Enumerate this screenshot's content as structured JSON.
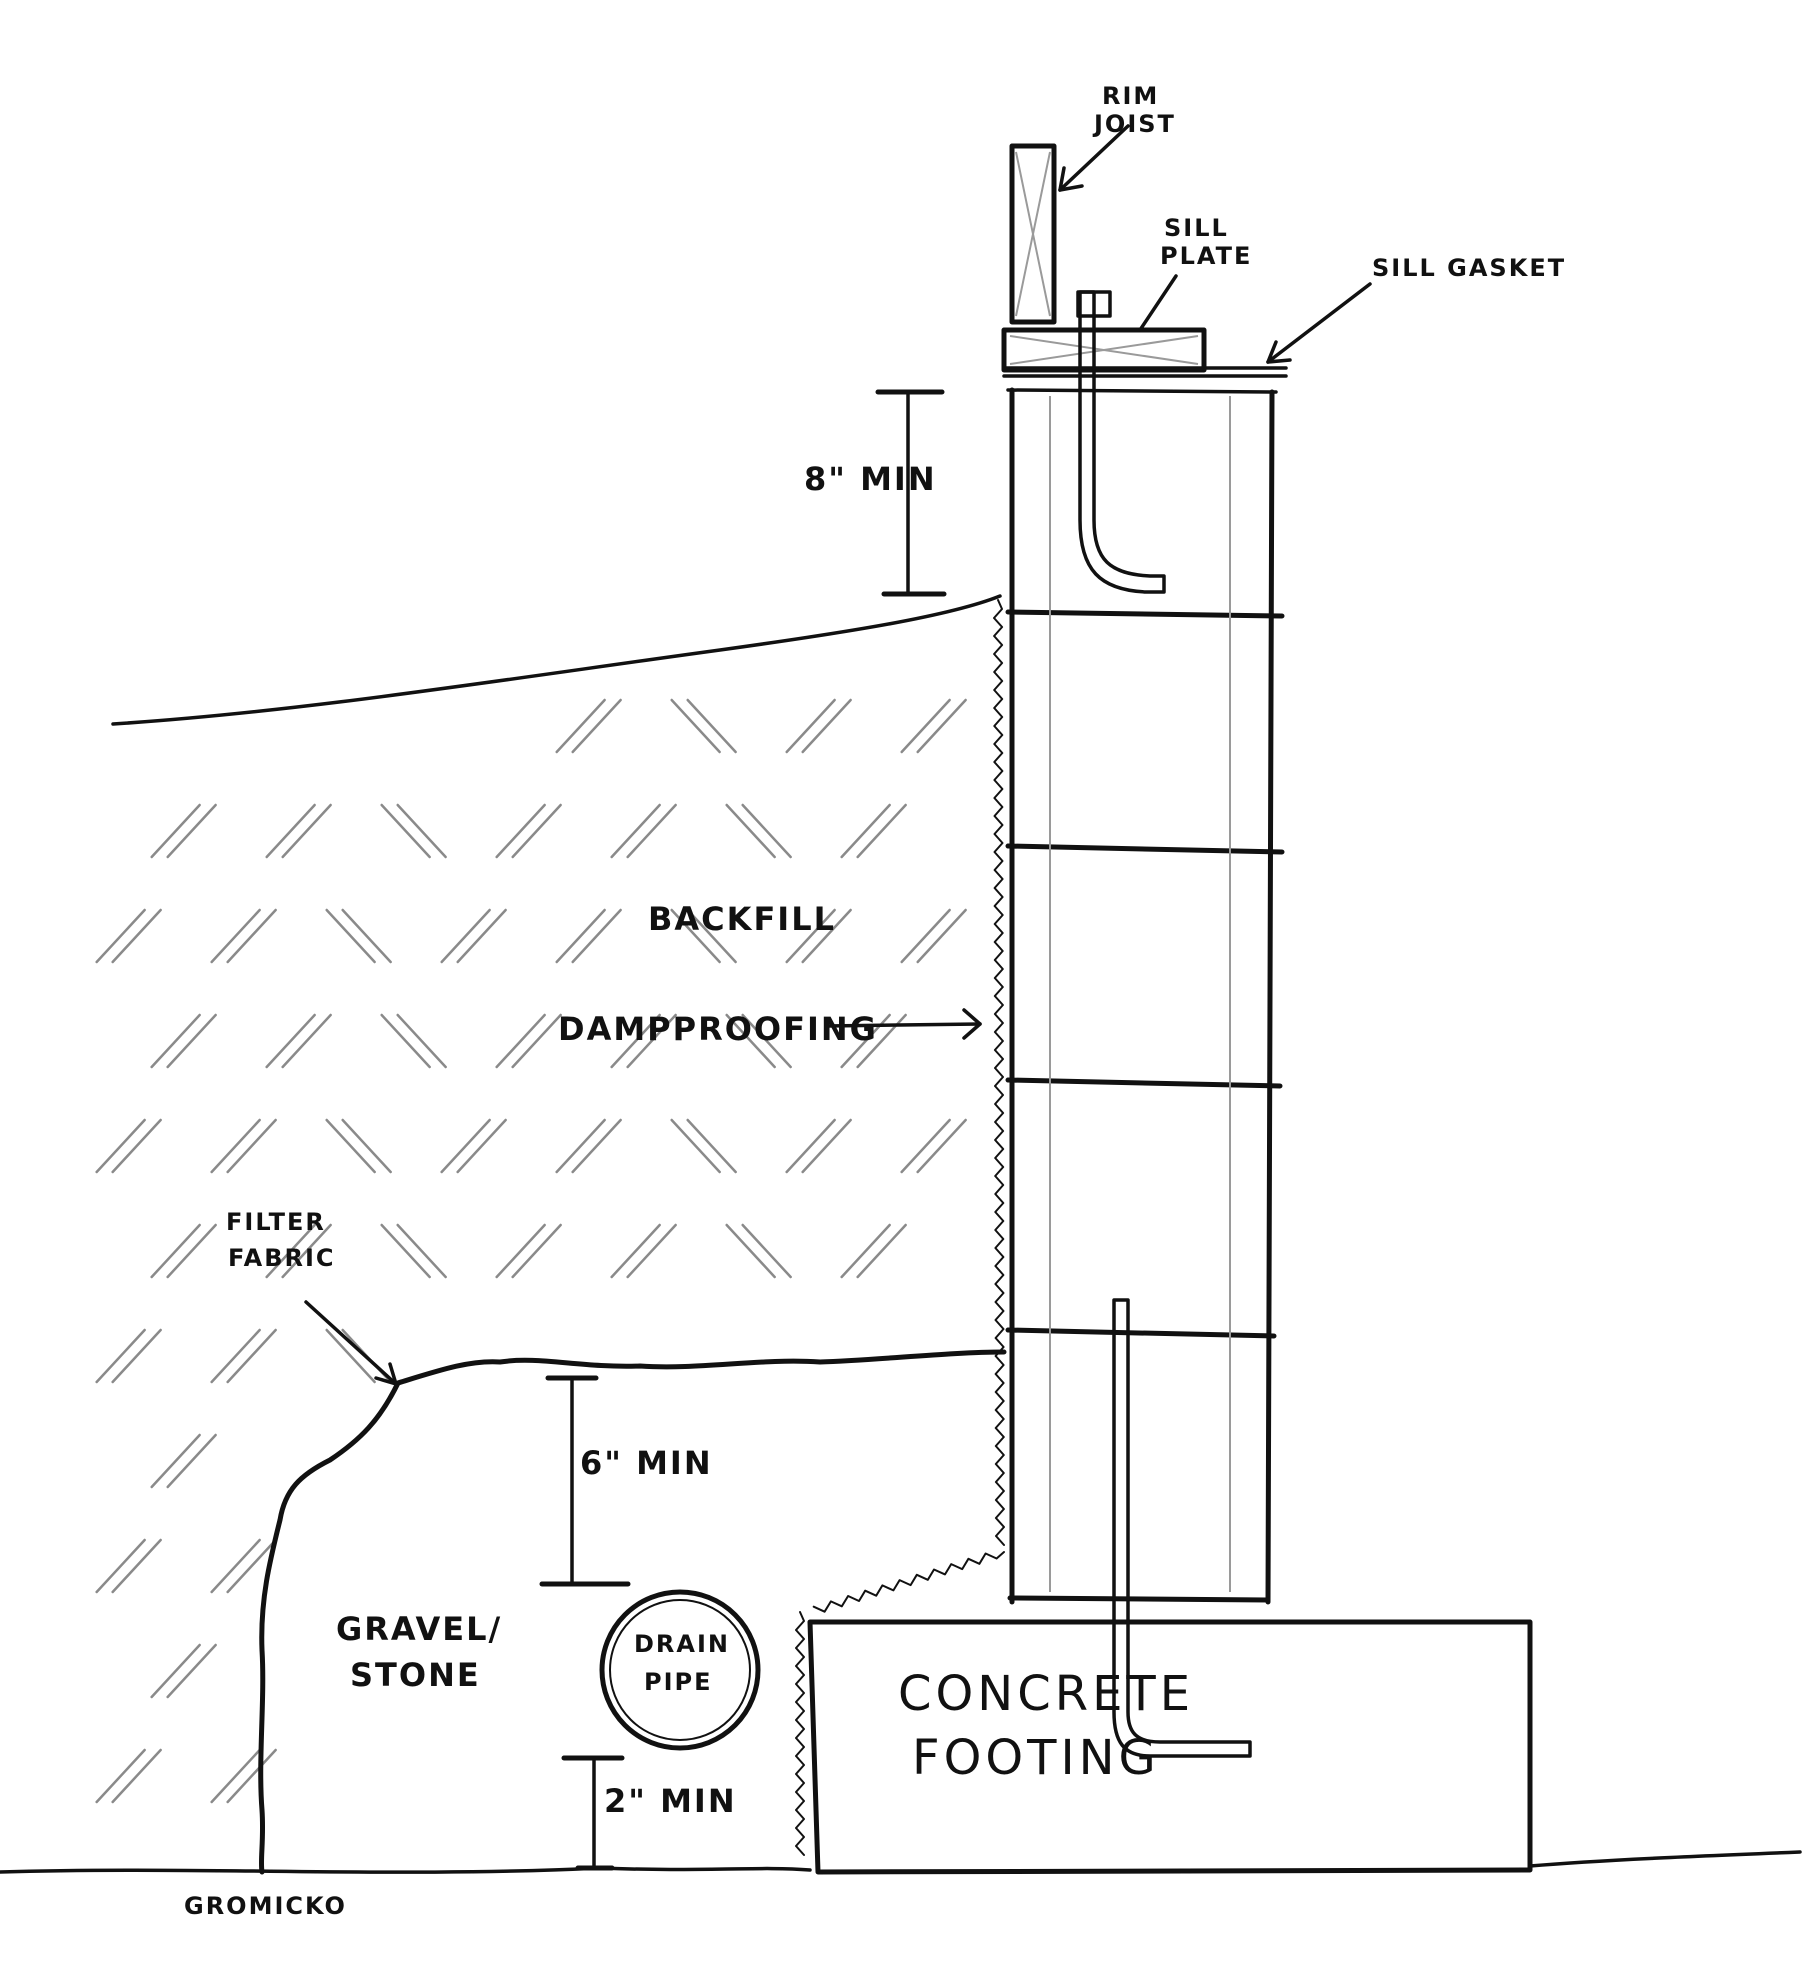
{
  "labels": {
    "rim_joist": [
      "RIM",
      "JOIST"
    ],
    "sill_plate": [
      "SILL",
      "PLATE"
    ],
    "sill_gasket": "SILL GASKET",
    "min_8": "8\" MIN",
    "backfill": "BACKFILL",
    "dampproofing": "DAMPPROOFING",
    "filter_fabric": [
      "FILTER",
      "FABRIC"
    ],
    "min_6": "6\" MIN",
    "gravel_stone": [
      "GRAVEL/",
      "STONE"
    ],
    "drain_pipe": [
      "DRAIN",
      "PIPE"
    ],
    "min_2": "2\" MIN",
    "concrete_footing": [
      "CONCRETE",
      "FOOTING"
    ],
    "signature": "GROMICKO"
  },
  "colors": {
    "ink": "#111111",
    "hatch": "#8a8a8a",
    "background": "#ffffff"
  }
}
